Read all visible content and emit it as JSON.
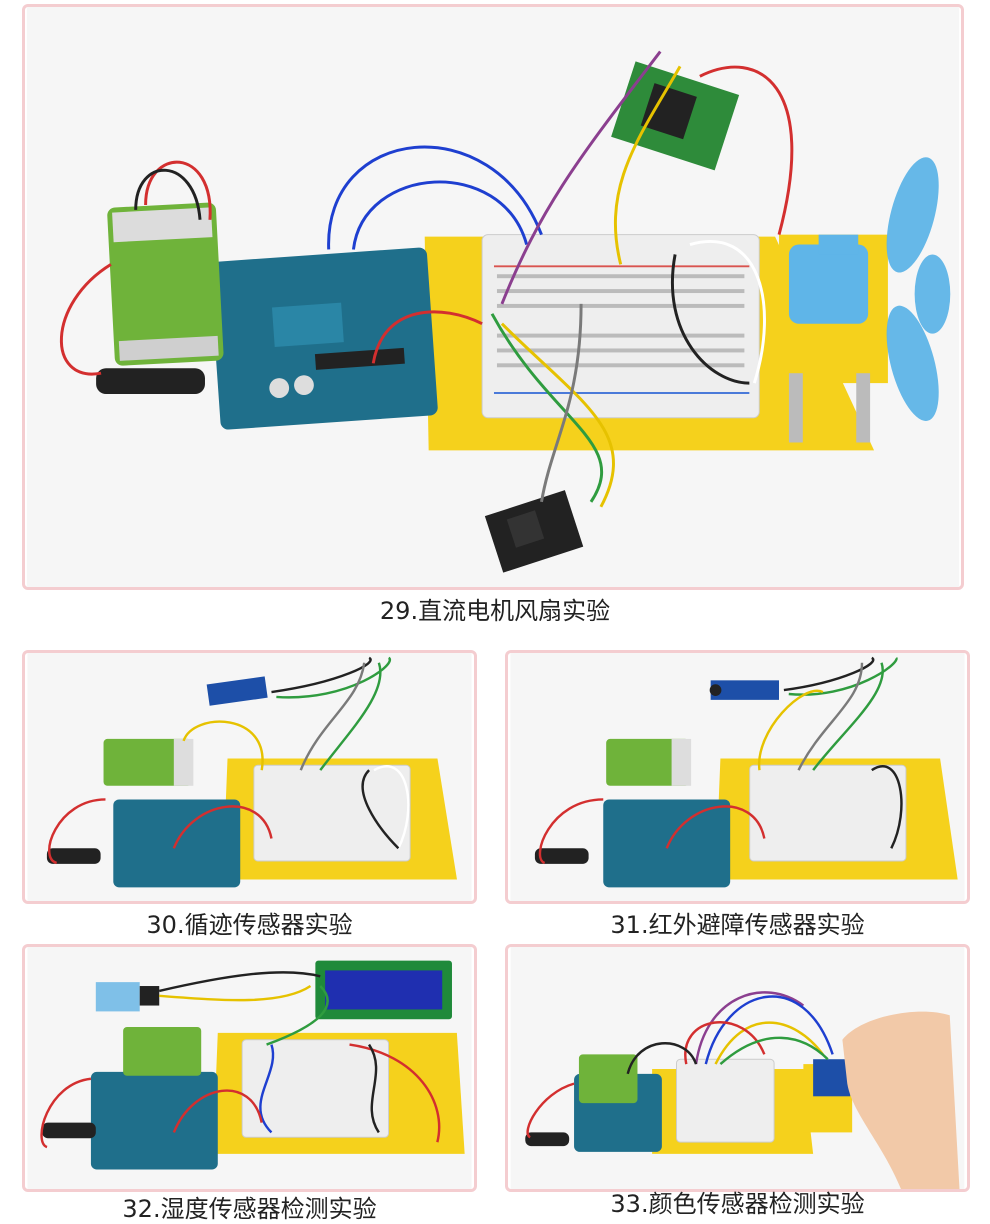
{
  "experiments": [
    {
      "caption": "29.直流电机风扇实验",
      "module": "dc-motor-fan"
    },
    {
      "caption": "30.循迹传感器实验",
      "module": "line-tracking-sensor"
    },
    {
      "caption": "31.红外避障传感器实验",
      "module": "infrared-obstacle-sensor"
    },
    {
      "caption": "32.湿度传感器检测实验",
      "module": "humidity-sensor"
    },
    {
      "caption": "33.颜色传感器检测实验",
      "module": "color-sensor"
    }
  ],
  "colors": {
    "panel_border": "#f4cdd0",
    "board_blue": "#1f6f8b",
    "acrylic_yellow": "#f7d41e",
    "battery_green": "#6fb33a",
    "fan_blue": "#5fb5e8"
  }
}
